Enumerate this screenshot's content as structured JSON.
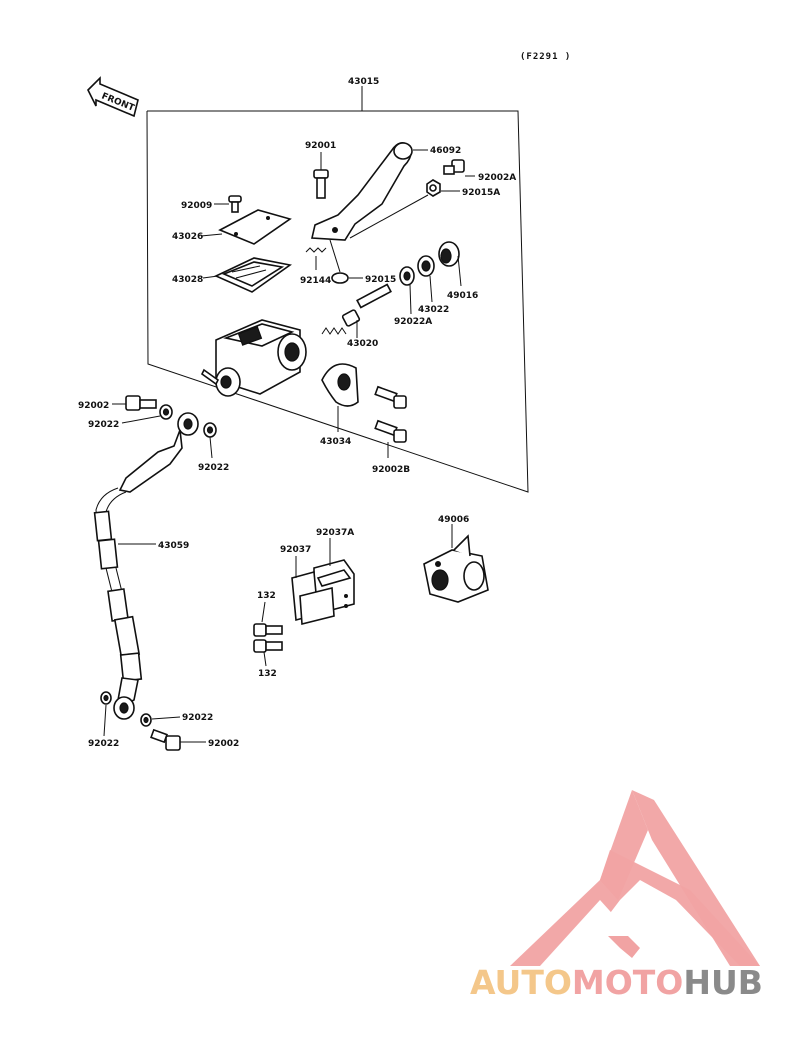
{
  "diagram_code": "(F2291 )",
  "front_label": "FRONT",
  "assembly_label": "43015",
  "parts": {
    "p92001": "92001",
    "p46092": "46092",
    "p92002A": "92002A",
    "p92015A": "92015A",
    "p92009": "92009",
    "p43026_cap": "43026",
    "p43028": "43028",
    "p92144": "92144",
    "p92015": "92015",
    "p49016": "49016",
    "p43022": "43022",
    "p92022A": "92022A",
    "p43020": "43020",
    "p43034": "43034",
    "p92002B": "92002B",
    "p92002_top": "92002",
    "p92022_top_left": "92022",
    "p92022_top_right": "92022",
    "p43059": "43059",
    "p92037A": "92037A",
    "p92037": "92037",
    "p49006": "49006",
    "p132_top": "132",
    "p132_bottom": "132",
    "p92022_bottom_right": "92022",
    "p92022_bottom_left": "92022",
    "p92002_bottom": "92002"
  },
  "watermark": {
    "part1": "AUTO",
    "part2": "MOTO",
    "part3": "HUB",
    "color_light": "#f4c78a",
    "color_pink": "#f1a3a3",
    "color_gray": "#8a8a8a"
  }
}
